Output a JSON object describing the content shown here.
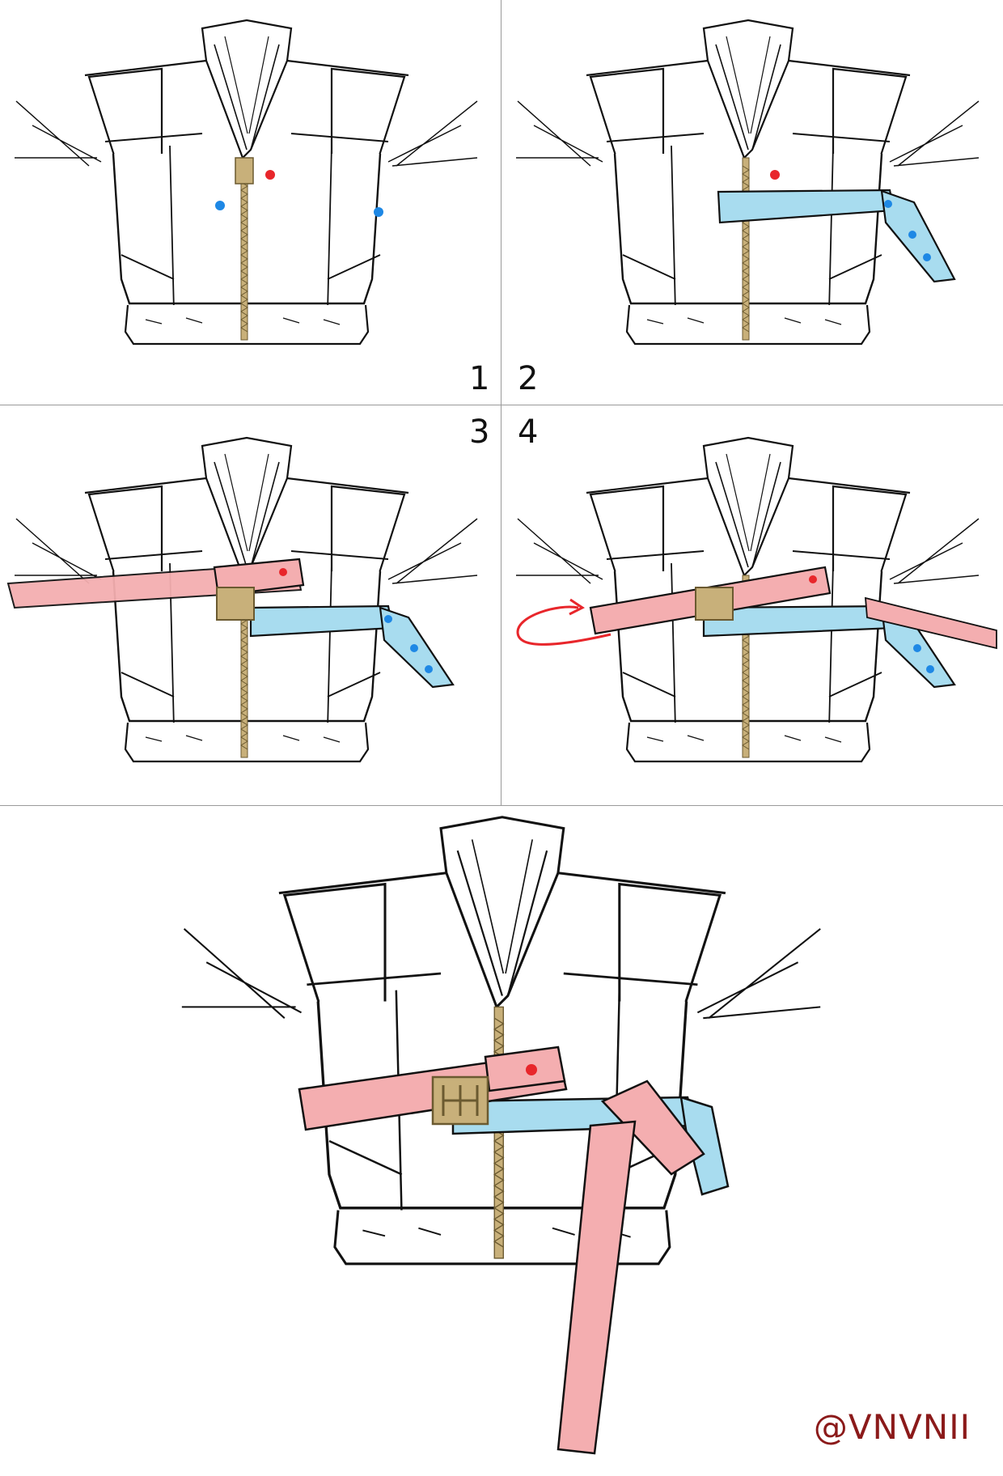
{
  "steps": [
    {
      "number": "1"
    },
    {
      "number": "2"
    },
    {
      "number": "3"
    },
    {
      "number": "4"
    }
  ],
  "watermark": "@VNVNII",
  "colors": {
    "outline": "#111111",
    "blue_tie": "#a8dcef",
    "pink_tie": "#f4aeb0",
    "marker_red": "#e8262b",
    "marker_blue": "#1e88e5",
    "zipper_gold": "#c8b07a",
    "arrow_red": "#e8262b",
    "watermark": "#8b1a1a",
    "divider": "#9a9a9a"
  },
  "icons": [
    "jacket-illustration",
    "buckle-icon",
    "snap-marker",
    "redirect-arrow-icon"
  ]
}
